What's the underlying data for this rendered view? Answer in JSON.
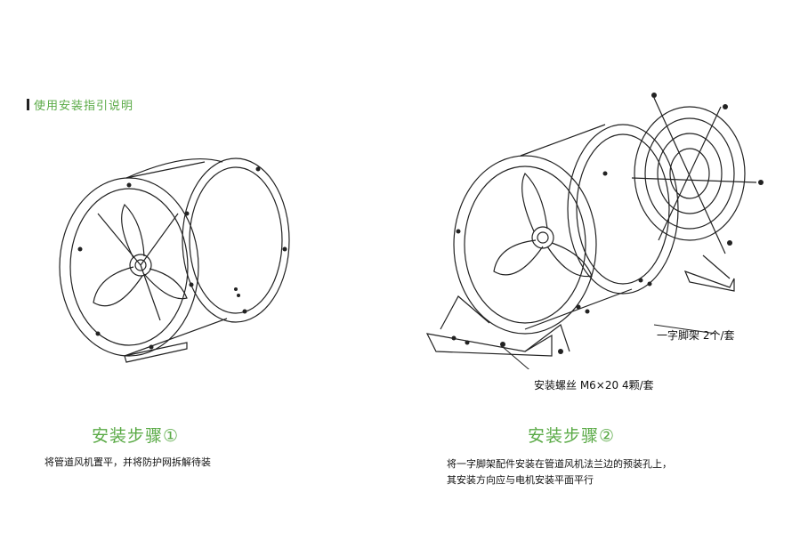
{
  "header": {
    "title": "使用安装指引说明"
  },
  "steps": [
    {
      "title": "安装步骤①",
      "description_lines": [
        "将管道风机置平，并将防护网拆解待装"
      ]
    },
    {
      "title": "安装步骤②",
      "description_lines": [
        "将一字脚架配件安装在管道风机法兰边的预装孔上，",
        "其安装方向应与电机安装平面平行"
      ]
    }
  ],
  "callouts": {
    "bracket": "一字脚架 2个/套",
    "bolts": "安装螺丝 M6×20  4颗/套"
  },
  "colors": {
    "accent_green": "#5aaa46",
    "line": "#222222"
  }
}
